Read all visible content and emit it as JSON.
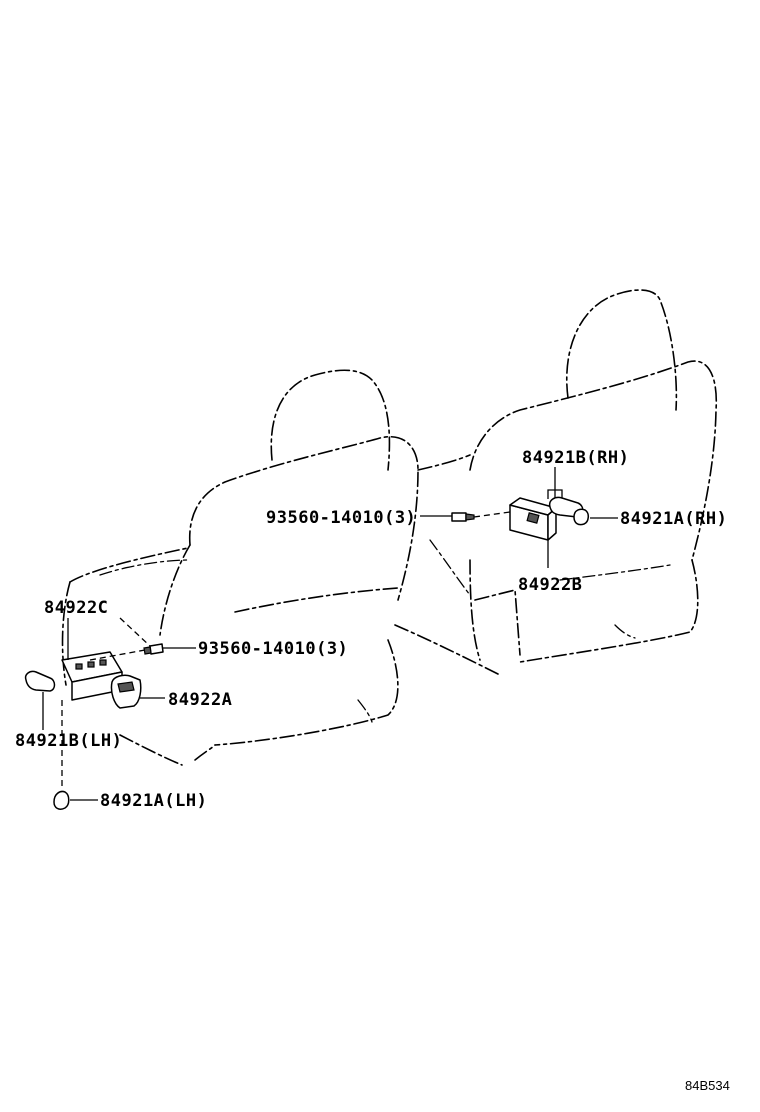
{
  "diagram": {
    "figure_id": "84B534",
    "callouts": {
      "p84921b_rh": "84921B(RH)",
      "p93560_rh": "93560-14010(3)",
      "p84921a_rh": "84921A(RH)",
      "p84922b": "84922B",
      "p84922c": "84922C",
      "p93560_lh": "93560-14010(3)",
      "p84922a": "84922A",
      "p84921b_lh": "84921B(LH)",
      "p84921a_lh": "84921A(LH)"
    }
  }
}
